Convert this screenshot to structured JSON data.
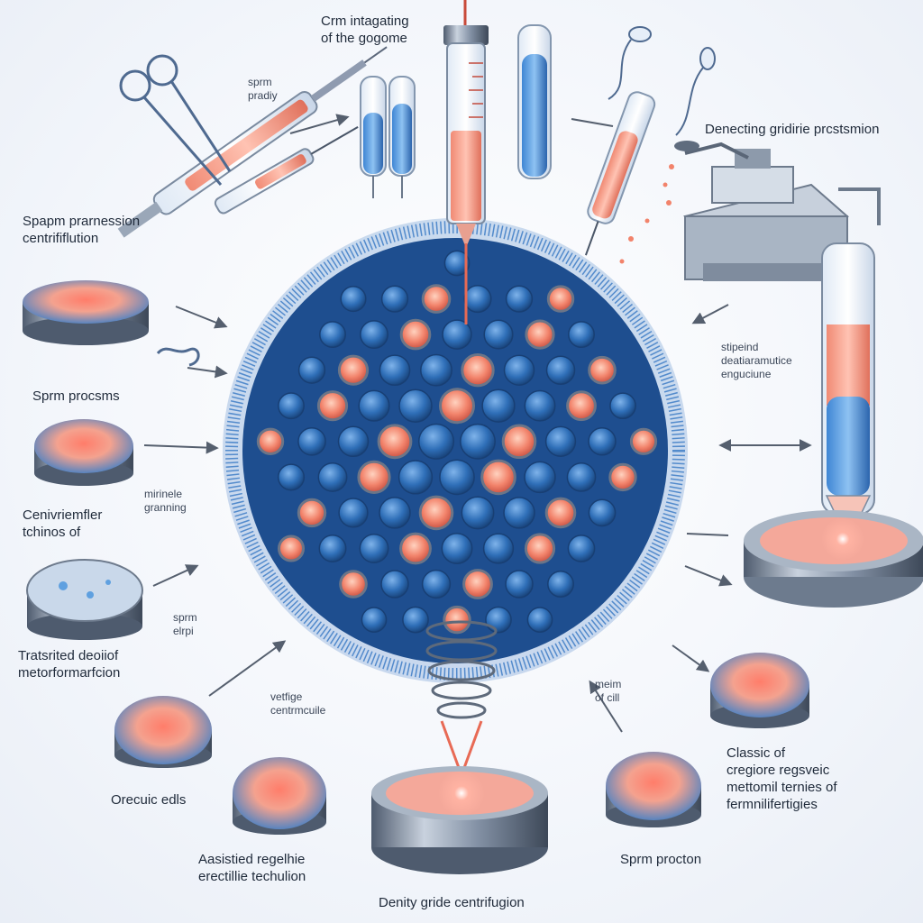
{
  "labels": {
    "top_center": "Crm intagating\nof the gogome",
    "sperm_prady": "sprm\npradiy",
    "top_right": "Denecting gridirie prcstsmion",
    "left_1": "Spapm prarnession\ncentrififlution",
    "left_2": "Sprm procsms",
    "mid_left_small": "mirinele\ngranning",
    "left_3": "Cenivriemfler\ntchinos of",
    "sprm_elrpi": "sprm\nelrpi",
    "left_4": "Tratsrited deoiiof\nmetorformarfcion",
    "vertige": "vetfige\ncentrmcuile",
    "bottom_left": "Orecuic edls",
    "bottom_left_2": "Aasistied regelhie\nerectillie techulion",
    "bottom_center": "Denity gride centrifugion",
    "meim": "meim\nof cill",
    "bottom_right_1": "Classic of\ncregiore regsveic\nmettomil ternies of\nfermnilifertigies",
    "bottom_right_2": "Sprm procton",
    "right_mid": "stipeind\ndeatiaramutice\nenguciune"
  },
  "colors": {
    "accent_blue": "#2f6fb8",
    "cell_pink": "#f2836b",
    "metal": "#8c98a8",
    "ink": "#1f2a3a"
  },
  "icons": [
    "syringe-icon",
    "test-tube-icon",
    "petri-dish-icon",
    "centrifuge-machine-icon",
    "sperm-icon",
    "spring-coil-icon",
    "arrow-icon"
  ]
}
